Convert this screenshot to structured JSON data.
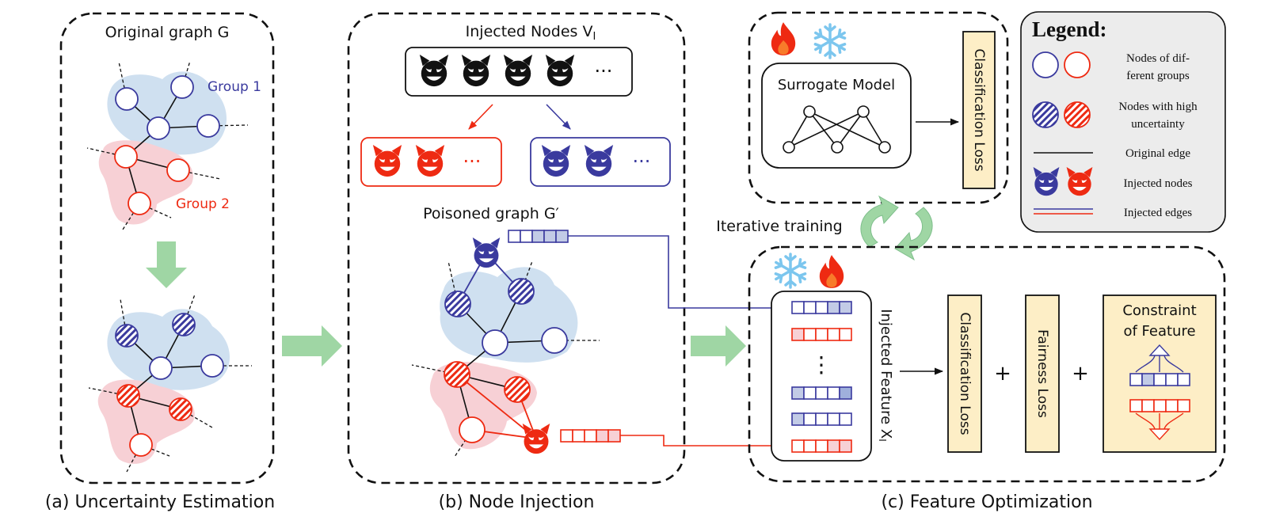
{
  "panels": {
    "a": {
      "caption": "(a) Uncertainty Estimation",
      "title": "Original graph G",
      "group1": "Group 1",
      "group2": "Group 2"
    },
    "b": {
      "caption": "(b) Node Injection",
      "injected_title_main": "Injected Nodes V",
      "injected_title_sub": "I",
      "poisoned_title": "Poisoned graph G′",
      "ellipsis": "···"
    },
    "c": {
      "caption": "(c) Feature Optimization",
      "surrogate_model": "Surrogate Model",
      "classification_loss_top": "Classification Loss",
      "iterative_training": "Iterative training",
      "injected_feature_main": "Injected Feature X",
      "injected_feature_sub": "I",
      "vertical_dots": "⋮",
      "classification_loss": "Classification Loss",
      "fairness_loss": "Fairness Loss",
      "plus": "+",
      "constraint_line1": "Constraint",
      "constraint_line2": "of Feature"
    }
  },
  "legend": {
    "title": "Legend:",
    "items": [
      {
        "lines": [
          "Nodes of dif-",
          "ferent groups"
        ]
      },
      {
        "lines": [
          "Nodes with high",
          "uncertainty"
        ]
      },
      {
        "lines": [
          "Original edge"
        ]
      },
      {
        "lines": [
          "Injected nodes"
        ]
      },
      {
        "lines": [
          "Injected edges"
        ]
      }
    ]
  },
  "colors": {
    "blue": "#3a3a9e",
    "red": "#ee2a12",
    "blue_fill": "#cfe0f0",
    "red_fill": "#f7d0d5",
    "green_arrow": "#9fd6a4",
    "loss_fill": "#fdeec6",
    "legend_fill": "#ececec"
  },
  "icons": [
    "fire-icon",
    "snowflake-icon",
    "devil-icon"
  ]
}
